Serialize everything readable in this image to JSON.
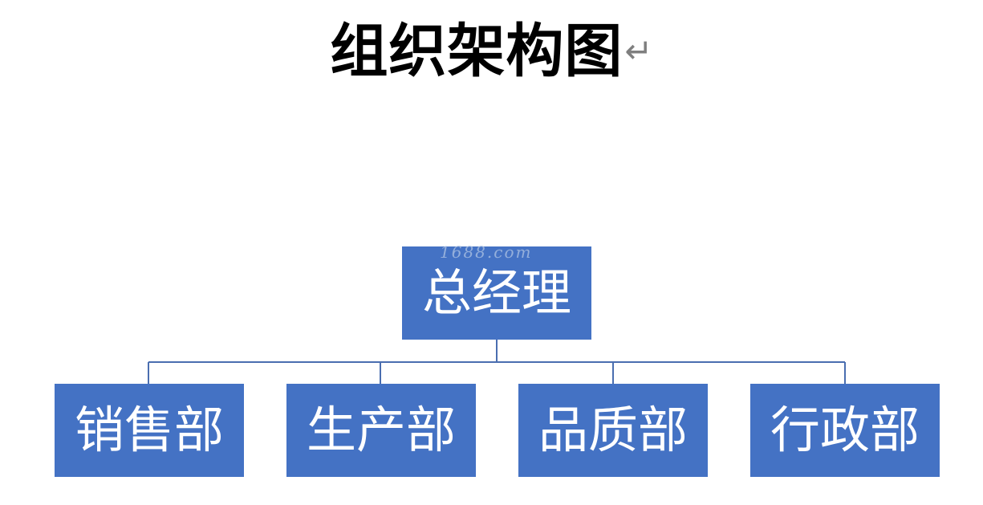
{
  "diagram": {
    "title": "组织架构图",
    "pilcrow": "↵",
    "root": {
      "label": "总经理"
    },
    "children": [
      {
        "label": "销售部"
      },
      {
        "label": "生产部"
      },
      {
        "label": "品质部"
      },
      {
        "label": "行政部"
      }
    ],
    "watermark": "1688.com"
  },
  "colors": {
    "box_fill": "#4472c4",
    "box_text": "#ffffff",
    "connector": "#4a6eb0",
    "title": "#000000",
    "pilcrow": "#7f7f7f"
  }
}
